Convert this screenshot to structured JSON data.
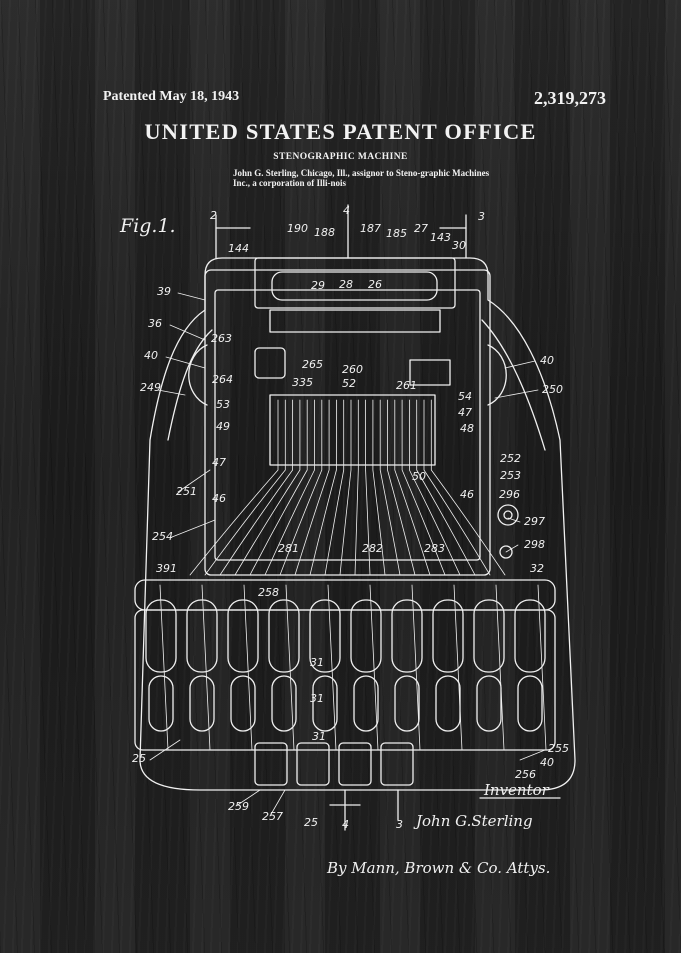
{
  "header": {
    "patented": "Patented May 18, 1943",
    "patent_number": "2,319,273",
    "office": "UNITED STATES PATENT OFFICE",
    "subject": "STENOGRAPHIC MACHINE",
    "inventor_line": "John G. Sterling, Chicago, Ill., assignor to Steno-graphic Machines Inc., a corporation of Illi-nois"
  },
  "drawing": {
    "figure_label": "Fig.1.",
    "section_marks": [
      "2",
      "4",
      "3"
    ],
    "inventor_caption": "Inventor",
    "inventor_name": "John G.Sterling",
    "attorneys": "By Mann, Brown & Co. Attys.",
    "reference_numerals": [
      {
        "id": "r1",
        "text": "144"
      },
      {
        "id": "r2",
        "text": "190"
      },
      {
        "id": "r3",
        "text": "188"
      },
      {
        "id": "r4",
        "text": "187"
      },
      {
        "id": "r5",
        "text": "185"
      },
      {
        "id": "r6",
        "text": "27"
      },
      {
        "id": "r7",
        "text": "143"
      },
      {
        "id": "r8",
        "text": "30"
      },
      {
        "id": "r9",
        "text": "39"
      },
      {
        "id": "r10",
        "text": "29"
      },
      {
        "id": "r11",
        "text": "28"
      },
      {
        "id": "r12",
        "text": "26"
      },
      {
        "id": "r13",
        "text": "36"
      },
      {
        "id": "r14",
        "text": "263"
      },
      {
        "id": "r15",
        "text": "40"
      },
      {
        "id": "r16",
        "text": "40"
      },
      {
        "id": "r17",
        "text": "265"
      },
      {
        "id": "r18",
        "text": "260"
      },
      {
        "id": "r19",
        "text": "264"
      },
      {
        "id": "r20",
        "text": "335"
      },
      {
        "id": "r21",
        "text": "52"
      },
      {
        "id": "r22",
        "text": "261"
      },
      {
        "id": "r23",
        "text": "249"
      },
      {
        "id": "r24",
        "text": "250"
      },
      {
        "id": "r25",
        "text": "53"
      },
      {
        "id": "r26",
        "text": "54"
      },
      {
        "id": "r27",
        "text": "49"
      },
      {
        "id": "r28",
        "text": "47"
      },
      {
        "id": "r29",
        "text": "48"
      },
      {
        "id": "r30",
        "text": "47"
      },
      {
        "id": "r31",
        "text": "50"
      },
      {
        "id": "r32",
        "text": "252"
      },
      {
        "id": "r33",
        "text": "253"
      },
      {
        "id": "r34",
        "text": "251"
      },
      {
        "id": "r35",
        "text": "46"
      },
      {
        "id": "r36",
        "text": "46"
      },
      {
        "id": "r37",
        "text": "296"
      },
      {
        "id": "r38",
        "text": "297"
      },
      {
        "id": "r39",
        "text": "254"
      },
      {
        "id": "r40",
        "text": "298"
      },
      {
        "id": "r41",
        "text": "281"
      },
      {
        "id": "r42",
        "text": "282"
      },
      {
        "id": "r43",
        "text": "283"
      },
      {
        "id": "r44",
        "text": "391"
      },
      {
        "id": "r45",
        "text": "32"
      },
      {
        "id": "r46",
        "text": "258"
      },
      {
        "id": "r47",
        "text": "31"
      },
      {
        "id": "r48",
        "text": "31"
      },
      {
        "id": "r49",
        "text": "31"
      },
      {
        "id": "r50",
        "text": "25"
      },
      {
        "id": "r51",
        "text": "255"
      },
      {
        "id": "r52",
        "text": "40"
      },
      {
        "id": "r53",
        "text": "256"
      },
      {
        "id": "r54",
        "text": "259"
      },
      {
        "id": "r55",
        "text": "257"
      },
      {
        "id": "r56",
        "text": "25"
      },
      {
        "id": "r57",
        "text": "4"
      },
      {
        "id": "r58",
        "text": "3"
      }
    ]
  },
  "colors": {
    "background": "#222222",
    "ink": "#f0f0f0"
  }
}
